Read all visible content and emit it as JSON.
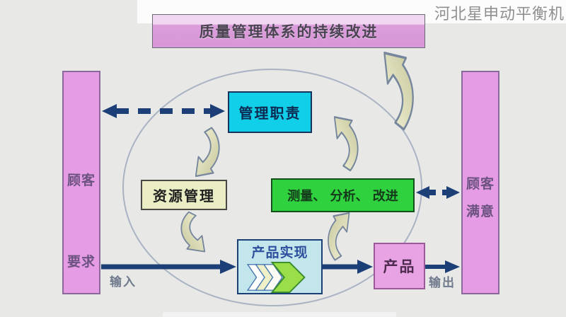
{
  "watermark": "河北星申动平衡机",
  "banner": {
    "title": "质量管理体系的持续改进"
  },
  "customers": {
    "left": {
      "name": "顾客",
      "sub": "要求"
    },
    "right": {
      "name": "顾客",
      "sub": "满意"
    }
  },
  "process_boxes": {
    "management": "管理职责",
    "resource": "资源管理",
    "measurement": "测量、 分析、 改进",
    "realization": "产品实现",
    "product": "产品"
  },
  "flow_labels": {
    "input": "输入",
    "output": "输出"
  },
  "colors": {
    "background_gray": "#e8e8e7",
    "banner_pink": "#db9ddb",
    "customer_bar_pink": "#e59ce4",
    "management_cyan": "#12cfe9",
    "resource_beige": "#ebedc4",
    "measurement_green": "#2fd23e",
    "realization_light_blue": "#c2e6ec",
    "product_pink": "#e7a3e4",
    "arrow_navy": "#1c3f77",
    "cycle_arrow_beige": "#d9d9ae",
    "chevron_green": "#9ade4a"
  }
}
